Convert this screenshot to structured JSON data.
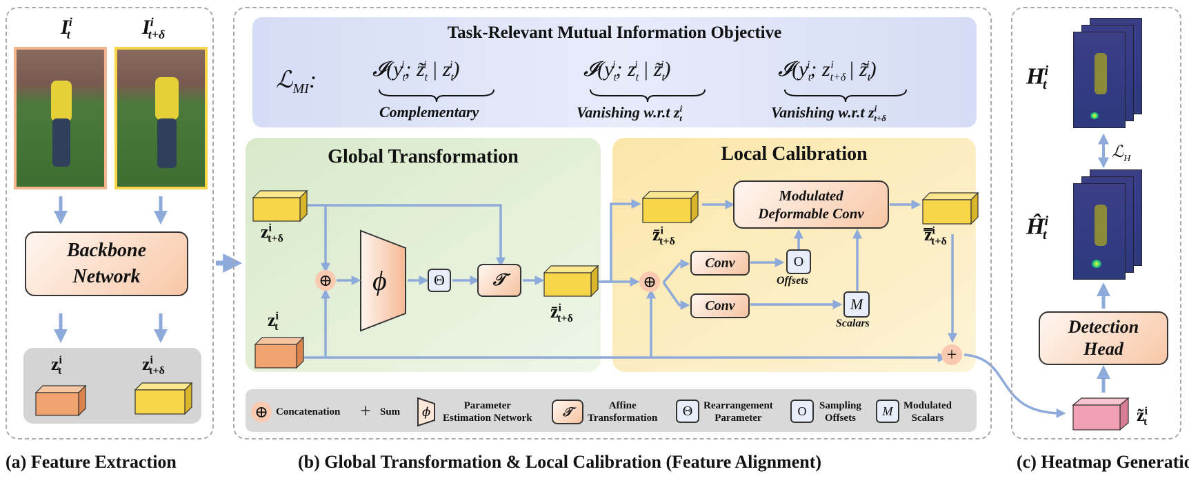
{
  "panel_a": {
    "frame_t_label": "I",
    "frame_t_sup": "i",
    "frame_t_sub": "t",
    "frame_td_label": "I",
    "frame_td_sup": "i",
    "frame_td_sub": "t+δ",
    "backbone_label_1": "Backbone",
    "backbone_label_2": "Network",
    "feat_t_label": "z",
    "feat_t_sup": "i",
    "feat_t_sub": "t",
    "feat_td_label": "z",
    "feat_td_sup": "i",
    "feat_td_sub": "t+δ",
    "caption": "(a) Feature Extraction"
  },
  "panel_b": {
    "mi_title": "Task-Relevant Mutual Information Objective",
    "mi_loss": "ℒ",
    "mi_loss_sub": "MI",
    "mi_colon": ":",
    "terms": [
      {
        "expr": "𝓘(y",
        "rest": "; z̃",
        "rest2": " | z",
        "close": ")",
        "label": "Complementary"
      },
      {
        "expr": "𝓘(y",
        "rest": "; z",
        "rest2": " | z̃",
        "close": ")",
        "label": "Vanishing w.r.t z",
        "label_sub": "t"
      },
      {
        "expr": "𝓘(y",
        "rest": "; z",
        "rest2": " | z̃",
        "close": ")",
        "label": "Vanishing w.r.t z",
        "label_sub": "t+δ"
      }
    ],
    "global_title": "Global Transformation",
    "local_title": "Local Calibration",
    "phi": "ϕ",
    "theta": "Θ",
    "affine": "𝒯",
    "conv1": "Conv",
    "conv2": "Conv",
    "offsets_sym": "O",
    "offsets_label": "Offsets",
    "scalars_sym": "M",
    "scalars_label": "Scalars",
    "mdc_1": "Modulated",
    "mdc_2": "Deformable Conv",
    "z_td_in": "z",
    "z_t_in": "z",
    "zbar_label": "z̄",
    "zbar_in_label": "z̄",
    "zdbar_label": "z̿",
    "sup_i": "i",
    "sub_t": "t",
    "sub_td": "t+δ",
    "concat_sym": "⊕",
    "sum_sym": "+",
    "caption": "(b) Global Transformation & Local Calibration (Feature Alignment)"
  },
  "legend": {
    "concat": "Concatenation",
    "sum": "Sum",
    "param_net_1": "Parameter",
    "param_net_2": "Estimation Network",
    "affine_1": "Affine",
    "affine_2": "Transformation",
    "rearr_1": "Rearrangement",
    "rearr_2": "Parameter",
    "sampling_1": "Sampling",
    "sampling_2": "Offsets",
    "modulated_1": "Modulated",
    "modulated_2": "Scalars"
  },
  "panel_c": {
    "h_label": "H",
    "h_hat_label": "Ĥ",
    "sup_i": "i",
    "sub_t": "t",
    "loss": "ℒ",
    "loss_sub": "H",
    "head_1": "Detection",
    "head_2": "Head",
    "ztilde": "z̃",
    "ztilde_sup": "i",
    "ztilde_sub": "t",
    "caption": "(c) Heatmap Generation"
  },
  "colors": {
    "arrow": "#8eaadb",
    "yellow_cube": "#f7d64a",
    "orange_cube": "#f0a36f",
    "pink_cube": "#f2a0b4",
    "mi_bg": "#dde3f7",
    "global_bg": "#e2efd6",
    "local_bg": "#fdf1cf"
  }
}
